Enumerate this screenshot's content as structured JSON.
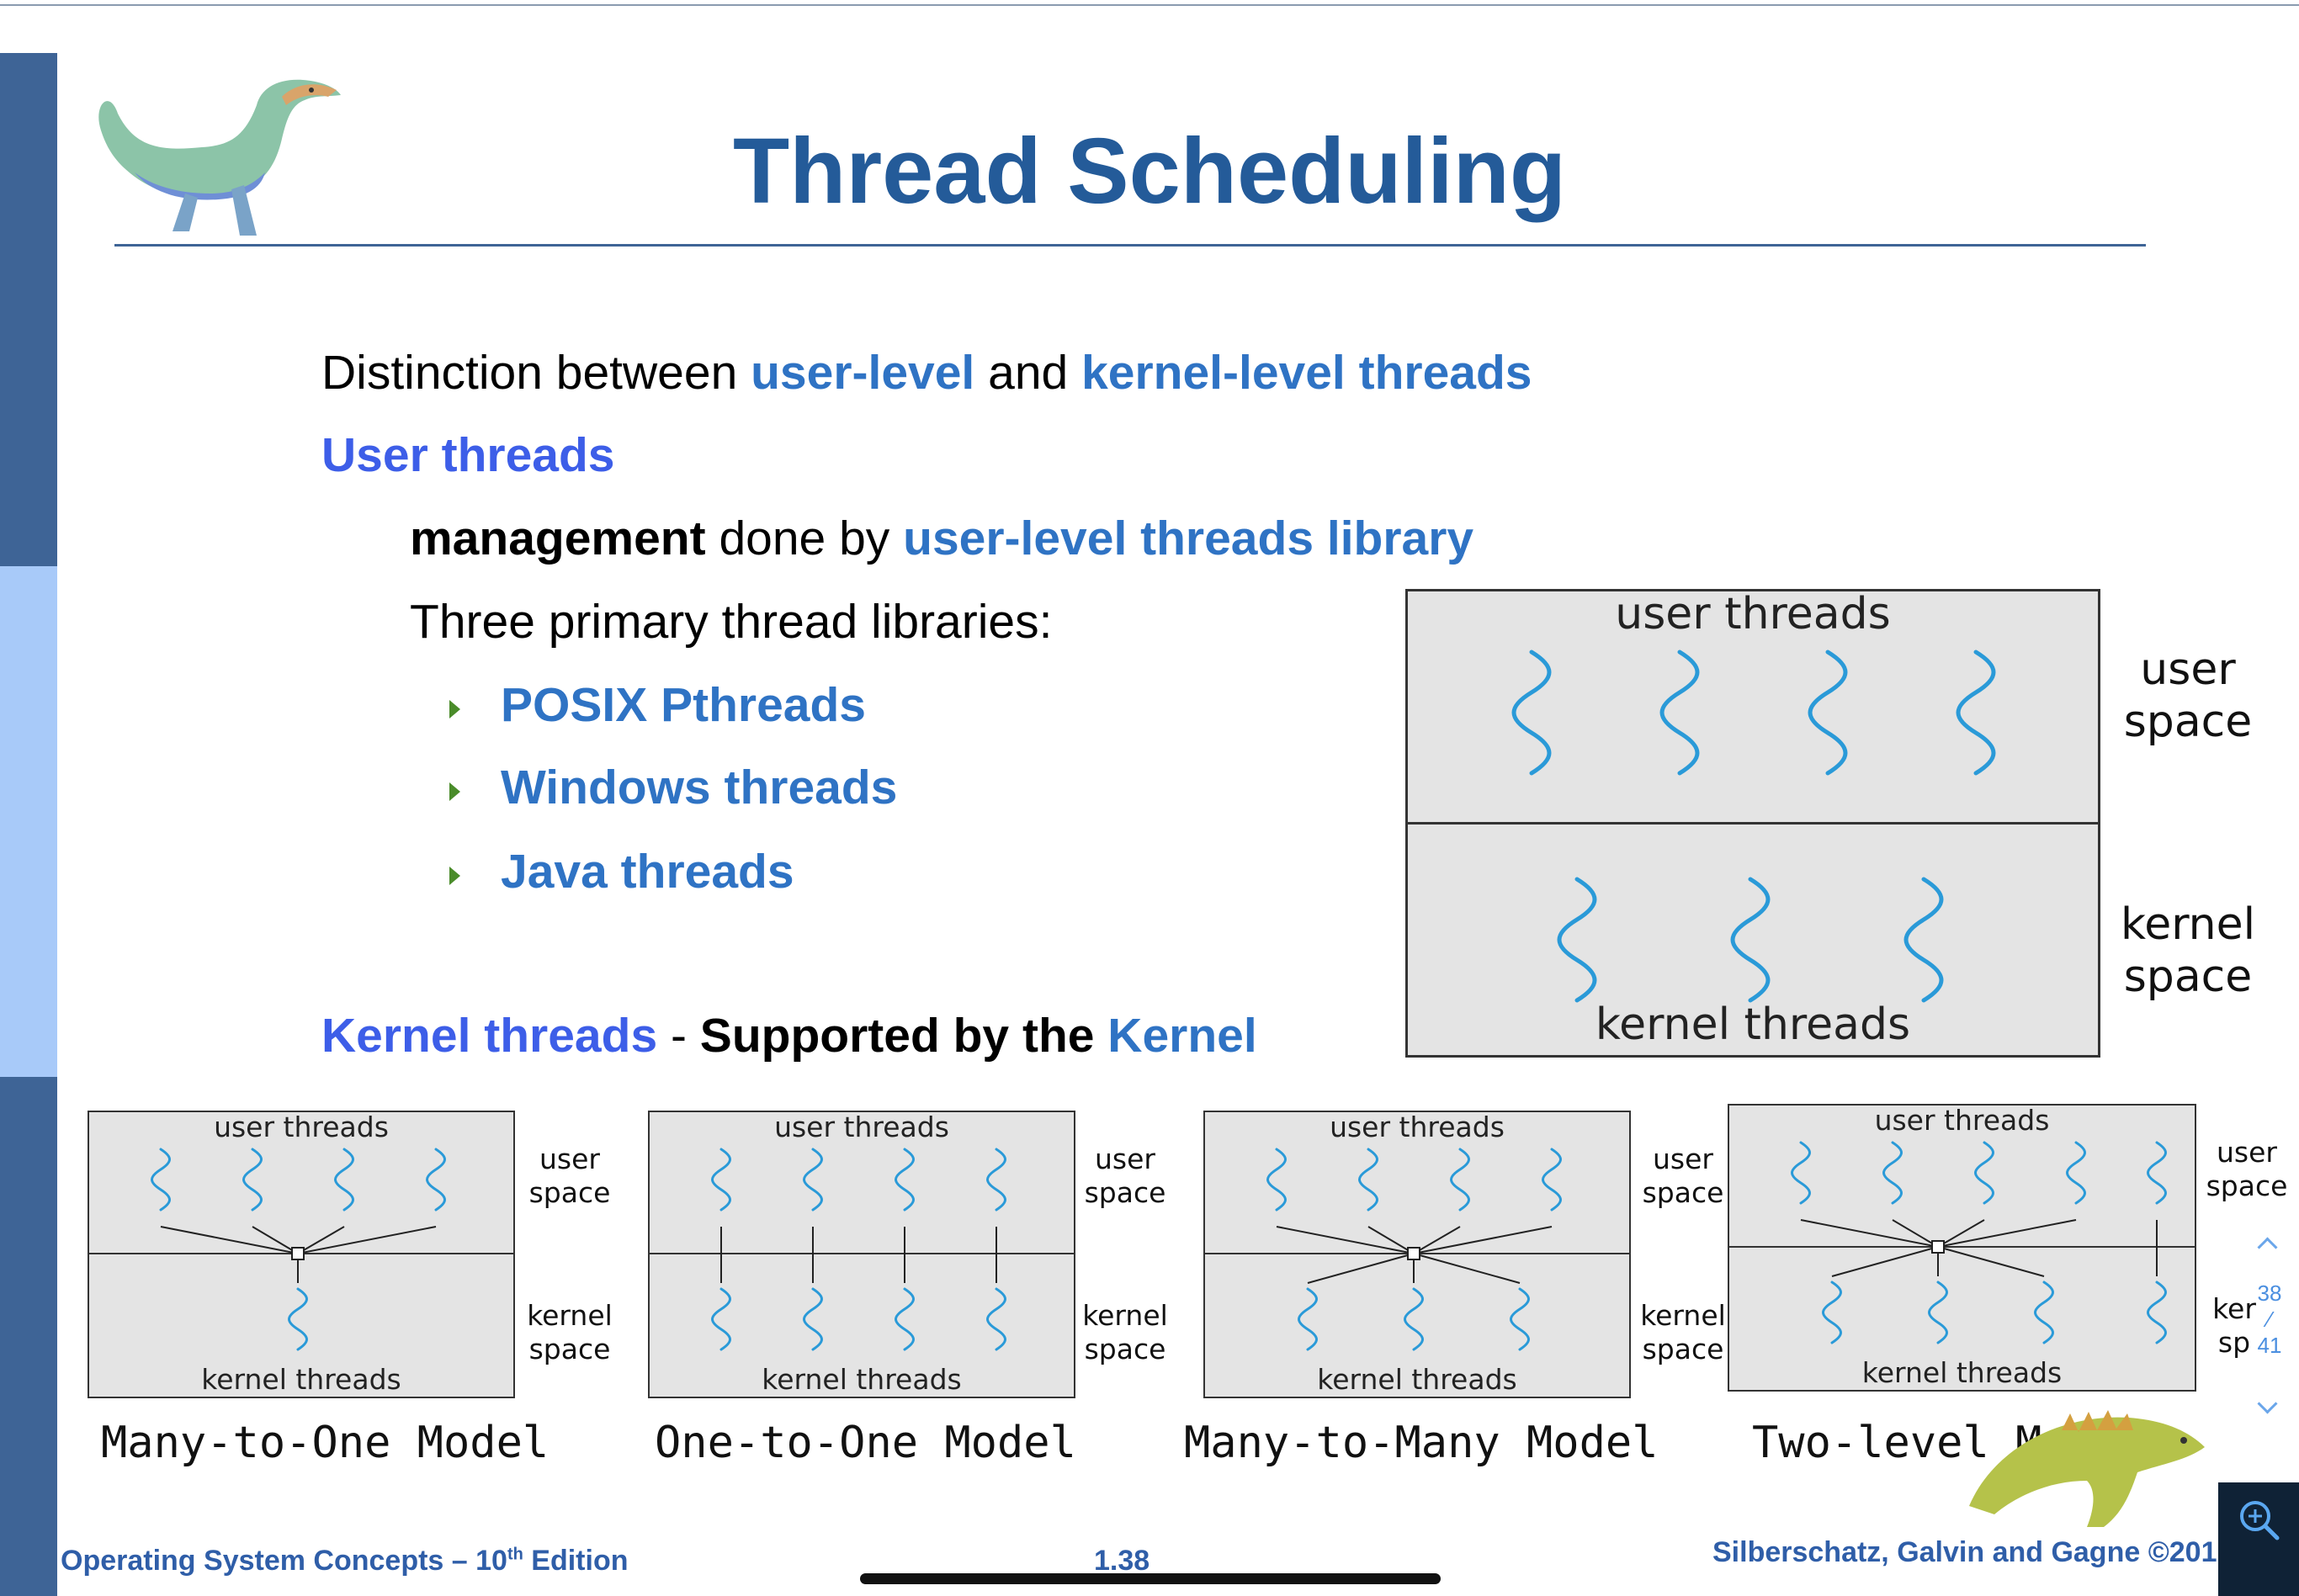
{
  "slide": {
    "title": "Thread Scheduling",
    "line1": {
      "a": "Distinction between ",
      "b": "user-level",
      "c": " and ",
      "d": "kernel-level threads"
    },
    "line2": "User threads",
    "line3": {
      "a": "management",
      "b": " done by ",
      "c": "user-level threads library"
    },
    "line4": "Three primary thread libraries:",
    "libraries": [
      "POSIX Pthreads",
      "Windows threads",
      "Java threads"
    ],
    "kernel_line": {
      "a": "Kernel threads",
      "b": " - ",
      "c": "Supported by the ",
      "d": "Kernel"
    }
  },
  "big_diagram": {
    "user_threads": "user threads",
    "kernel_threads": "kernel threads",
    "user_space": [
      "user",
      "space"
    ],
    "kernel_space": [
      "kernel",
      "space"
    ]
  },
  "models": [
    {
      "caption": "Many-to-One Model",
      "user_threads": "user threads",
      "kernel_threads": "kernel threads",
      "user_space": [
        "user",
        "space"
      ],
      "kernel_space": [
        "kernel",
        "space"
      ]
    },
    {
      "caption": "One-to-One Model",
      "user_threads": "user threads",
      "kernel_threads": "kernel threads",
      "user_space": [
        "user",
        "space"
      ],
      "kernel_space": [
        "kernel",
        "space"
      ]
    },
    {
      "caption": "Many-to-Many Model",
      "user_threads": "user threads",
      "kernel_threads": "kernel threads",
      "user_space": [
        "user",
        "space"
      ],
      "kernel_space": [
        "kernel",
        "space"
      ]
    },
    {
      "caption": "Two-level Model",
      "user_threads": "user threads",
      "kernel_threads": "kernel threads",
      "user_space": [
        "user",
        "space"
      ],
      "kernel_space": [
        "ker",
        "sp"
      ]
    }
  ],
  "footer": {
    "left_a": "Operating System Concepts – 10",
    "left_sup": "th",
    "left_b": " Edition",
    "center": "1.38",
    "right": "Silberschatz, Galvin and Gagne ©201"
  },
  "page_indicator": {
    "current": "38",
    "total": "41"
  },
  "icons": {
    "dinosaur": "dinosaur-icon",
    "scroll_up": "chevron-up-icon",
    "scroll_down": "chevron-down-icon",
    "zoom": "zoom-in-icon"
  },
  "colors": {
    "title": "#245b99",
    "accent_blue": "#2f73c4",
    "violet_blue": "#3d5ee8",
    "thread_wave": "#2a9ad8",
    "rail_dark": "#3e6496",
    "rail_light": "#a8caf9"
  }
}
